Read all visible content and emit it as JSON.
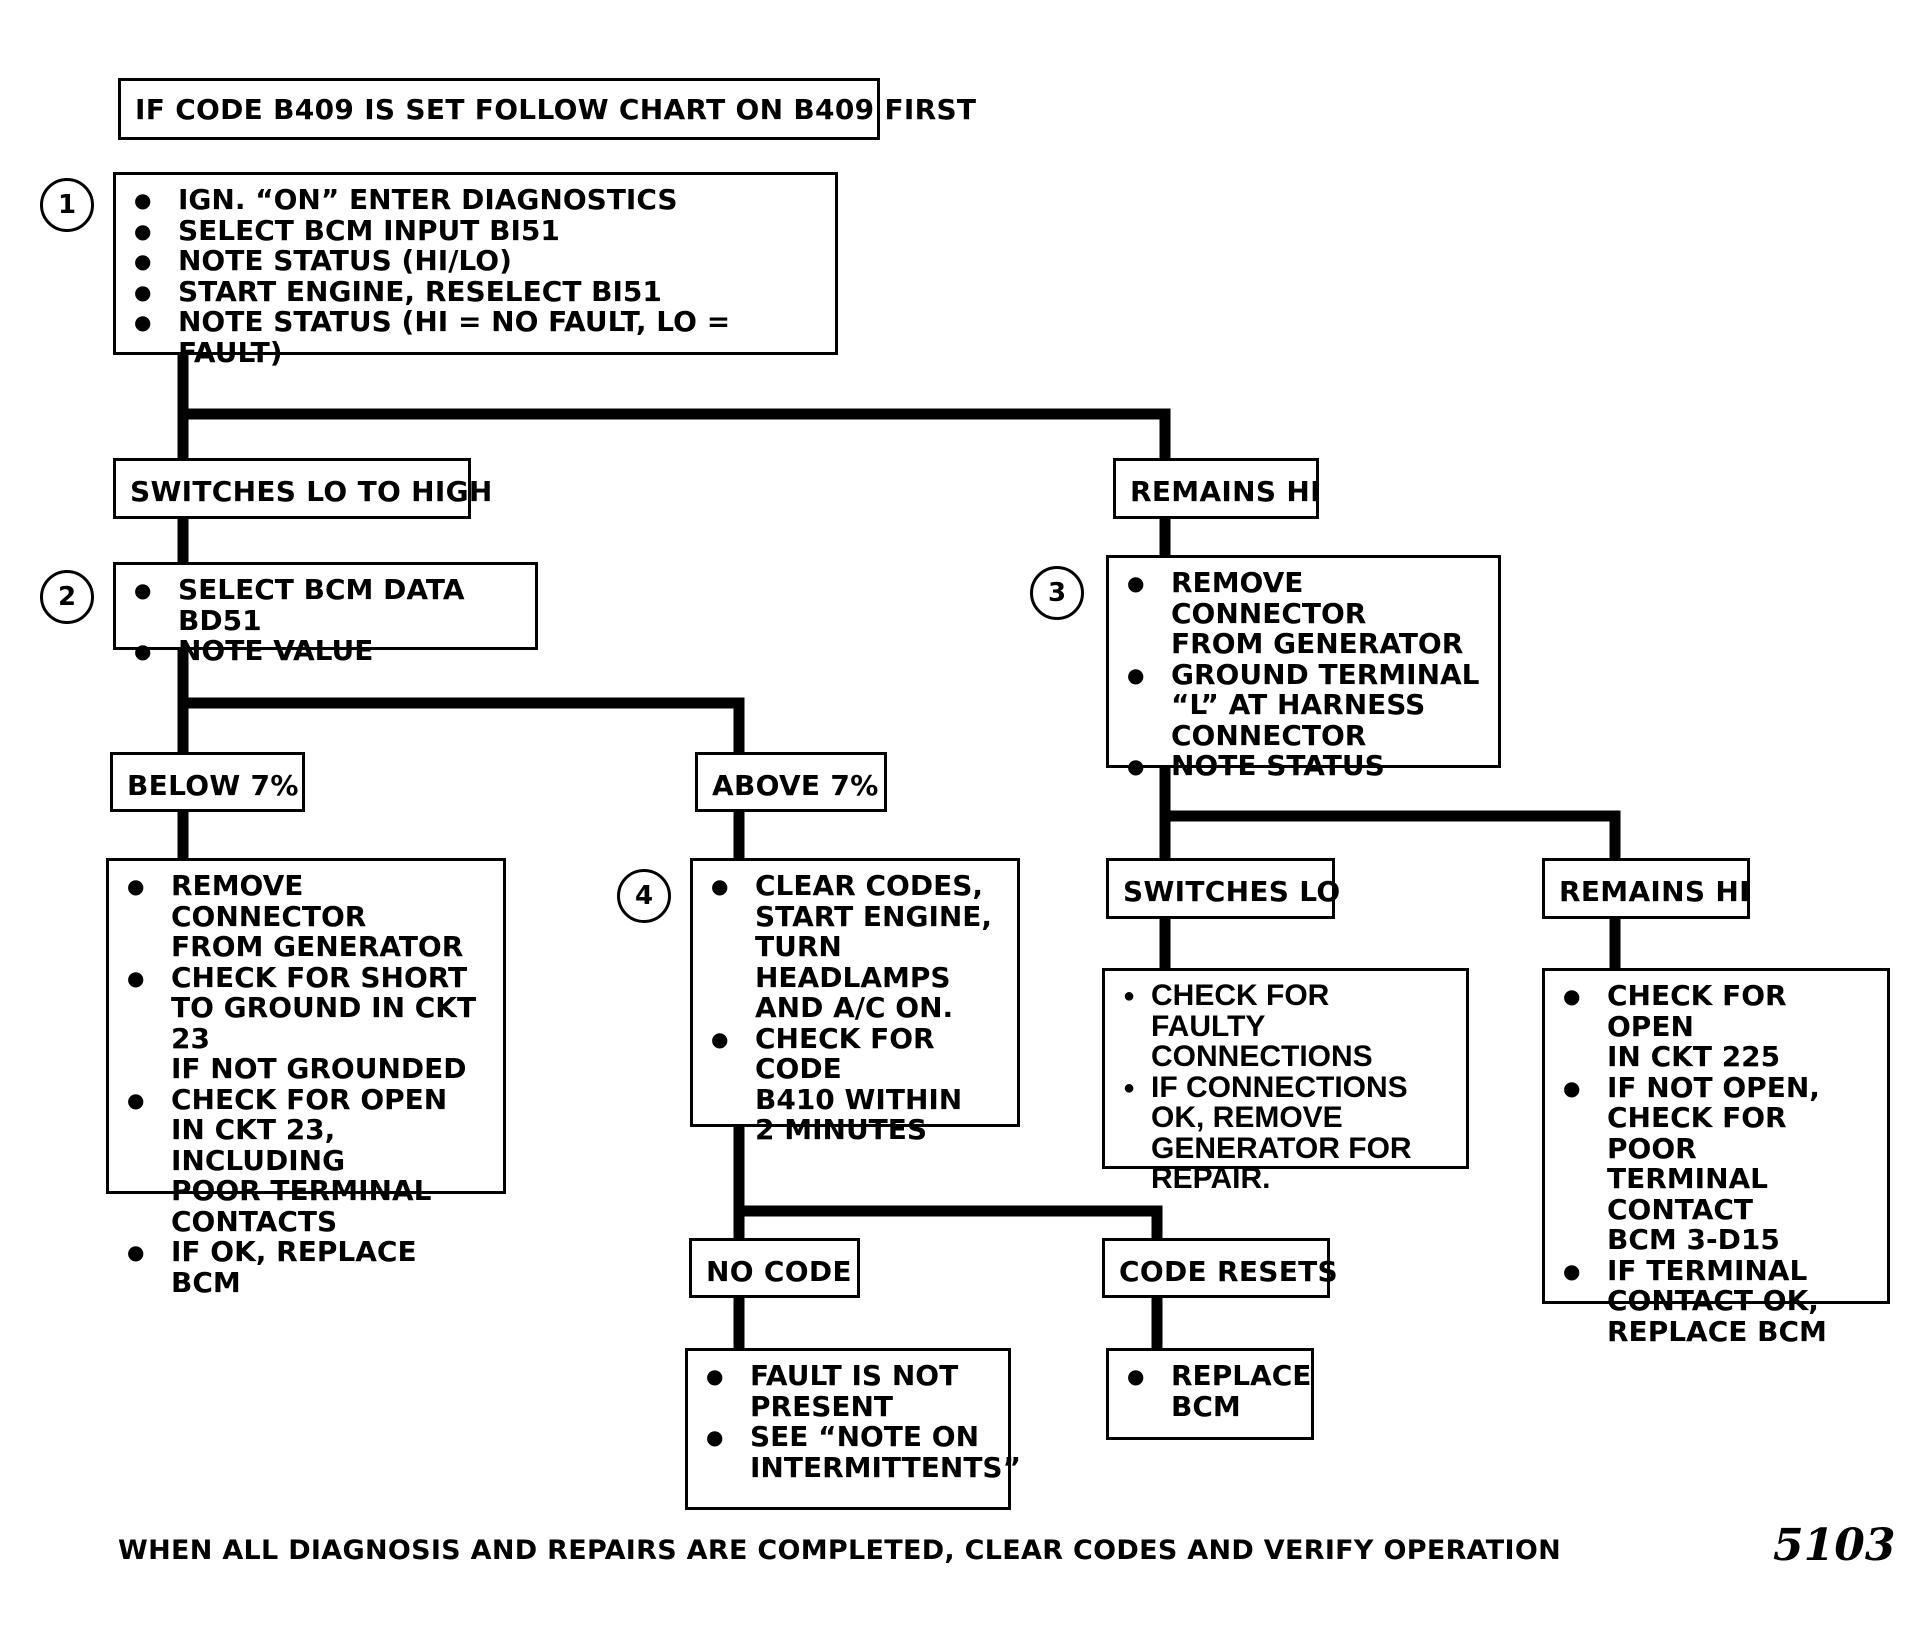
{
  "header_note": "IF CODE B409 IS SET FOLLOW CHART ON B409 FIRST",
  "steps": {
    "s1": "1",
    "s2": "2",
    "s3": "3",
    "s4": "4"
  },
  "box1": {
    "items": [
      "IGN. “ON” ENTER DIAGNOSTICS",
      "SELECT BCM INPUT BI51",
      "NOTE STATUS (HI/LO)",
      "START ENGINE, RESELECT BI51",
      "NOTE STATUS (HI = NO FAULT, LO = FAULT)"
    ]
  },
  "labels": {
    "switches_lo_to_high": "SWITCHES LO TO HIGH",
    "remains_hi_1": "REMAINS HI",
    "below_7": "BELOW 7%",
    "above_7": "ABOVE 7%",
    "switches_lo": "SWITCHES LO",
    "remains_hi_2": "REMAINS HI",
    "no_code": "NO CODE",
    "code_resets": "CODE RESETS"
  },
  "box2": {
    "items": [
      "SELECT BCM DATA BD51",
      "NOTE VALUE"
    ]
  },
  "box3": {
    "items": [
      "REMOVE CONNECTOR\nFROM GENERATOR",
      "GROUND TERMINAL\n“L” AT HARNESS\nCONNECTOR",
      "NOTE STATUS"
    ]
  },
  "box_below": {
    "items": [
      "REMOVE CONNECTOR\nFROM GENERATOR",
      "CHECK FOR SHORT\nTO GROUND IN CKT 23\nIF NOT GROUNDED",
      "CHECK FOR OPEN\nIN CKT 23, INCLUDING\nPOOR TERMINAL\nCONTACTS",
      "IF OK, REPLACE BCM"
    ]
  },
  "box4": {
    "items": [
      "CLEAR CODES,\nSTART ENGINE,\nTURN\nHEADLAMPS\nAND A/C ON.",
      "CHECK FOR CODE\nB410  WITHIN\n2 MINUTES"
    ]
  },
  "box_switches_lo": {
    "items": [
      "CHECK FOR FAULTY\nCONNECTIONS",
      "IF CONNECTIONS\nOK, REMOVE\nGENERATOR FOR\nREPAIR."
    ]
  },
  "box_remains_hi_2": {
    "items": [
      "CHECK FOR OPEN\nIN CKT 225",
      "IF NOT OPEN,\nCHECK FOR POOR\nTERMINAL\nCONTACT\nBCM 3-D15",
      "IF TERMINAL\nCONTACT OK,\nREPLACE BCM"
    ]
  },
  "box_no_code": {
    "items": [
      "FAULT IS NOT\nPRESENT",
      "SEE “NOTE ON\nINTERMITTENTS”"
    ]
  },
  "box_code_resets": {
    "items": [
      "REPLACE\nBCM"
    ]
  },
  "footer": "WHEN ALL DIAGNOSIS AND REPAIRS ARE COMPLETED, CLEAR CODES AND VERIFY OPERATION",
  "figure_number": "5103"
}
